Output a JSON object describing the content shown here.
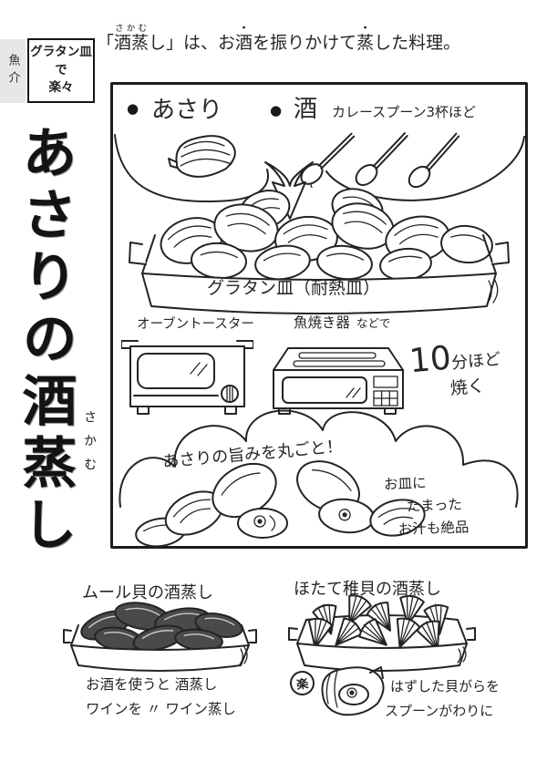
{
  "colors": {
    "ink": "#242424",
    "paper": "#ffffff",
    "strip_bg": "#e7e7e7",
    "mussel_fill": "#4a4a4a"
  },
  "sidebar": {
    "category": "魚介"
  },
  "badge": {
    "line1": "グラタン皿で",
    "line2": "楽々"
  },
  "intro": {
    "open": "「",
    "word": "酒蒸",
    "word_ruby": "さかむ",
    "mid1": "し」は、お",
    "dot1_base": "酒",
    "dot1_mark": "・",
    "mid2": "を振りかけて",
    "dot2_base": "蒸",
    "dot2_mark": "・",
    "close": "した料理。"
  },
  "title": {
    "text": "あさりの酒蒸し",
    "furigana": "さかむ"
  },
  "panel": {
    "ingredients": {
      "bullet": "●",
      "clams": "あさり",
      "sake": "酒",
      "sake_amount": "カレースプーン3杯ほど"
    },
    "dish_label": "グラタン皿（耐熱皿）",
    "oven_label": "オーブントースター",
    "grill_label": "魚焼き器",
    "grill_suffix": "などで",
    "time_number": "10",
    "time_unit": "分ほど",
    "time_action": "焼く",
    "callout": "あさりの旨みを丸ごと！",
    "plate_note1": "お皿に",
    "plate_note2": "たまった",
    "plate_note3": "お汁も絶品"
  },
  "variations": {
    "mussels_title": "ムール貝の酒蒸し",
    "mussels_note1": "お酒を使うと 酒蒸し",
    "mussels_note2": "ワインを 〃 ワイン蒸し",
    "scallops_title": "ほたて稚貝の酒蒸し",
    "fun_mark": "楽",
    "scallops_note1": "はずした貝がらを",
    "scallops_note2": "スプーンがわりに"
  }
}
